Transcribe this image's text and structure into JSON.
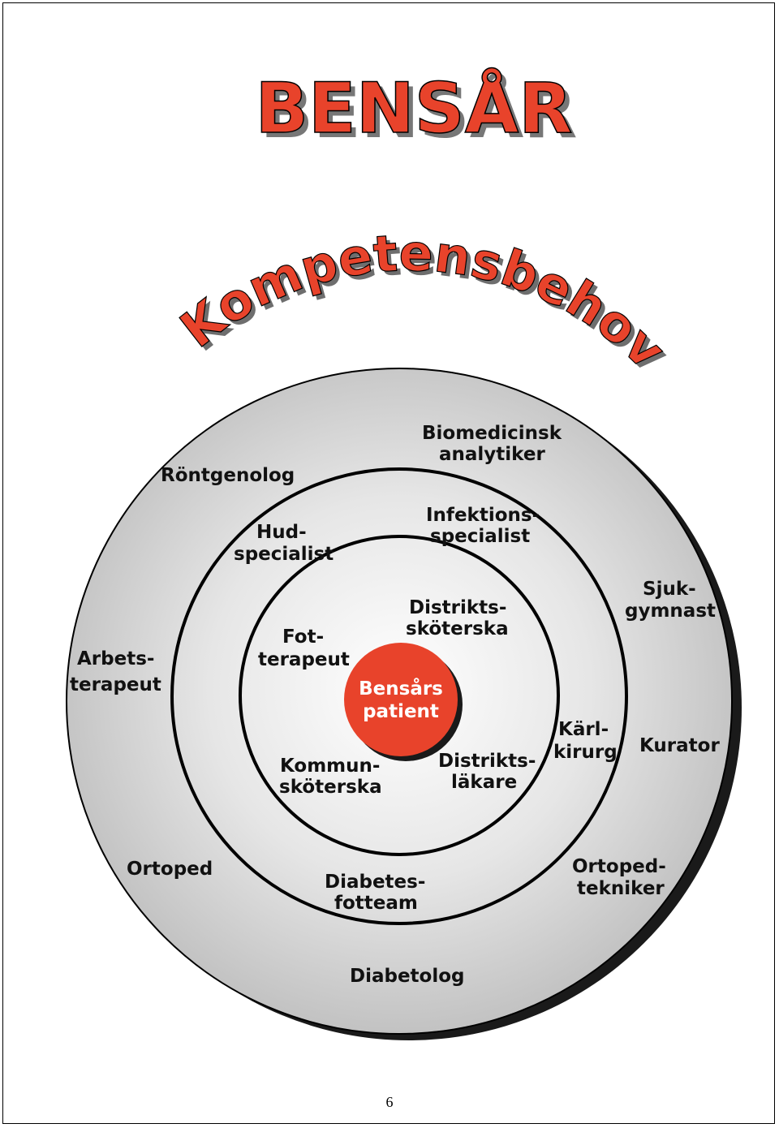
{
  "title": "BENSÅR",
  "arc_title": "Kompetensbehov",
  "center": {
    "line1": "Bensårs",
    "line2": "patient"
  },
  "inner_ring": [
    {
      "id": "fot",
      "lines": [
        "Fot-",
        "terapeut"
      ]
    },
    {
      "id": "distr-skot",
      "lines": [
        "Distrikts-",
        "sköterska"
      ]
    },
    {
      "id": "kommun",
      "lines": [
        "Kommun-",
        "sköterska"
      ]
    },
    {
      "id": "distr-lak",
      "lines": [
        "Distrikts-",
        "läkare"
      ]
    }
  ],
  "middle_ring": [
    {
      "id": "hud",
      "lines": [
        "Hud-",
        "specialist"
      ]
    },
    {
      "id": "infekt",
      "lines": [
        "Infektions-",
        "specialist"
      ]
    },
    {
      "id": "karl",
      "lines": [
        "Kärl-",
        "kirurg"
      ]
    },
    {
      "id": "diabfot",
      "lines": [
        "Diabetes-",
        "fotteam"
      ]
    }
  ],
  "outer_ring": [
    {
      "id": "biomed",
      "lines": [
        "Biomedicinsk",
        "analytiker"
      ]
    },
    {
      "id": "rontgen",
      "lines": [
        "Röntgenolog"
      ]
    },
    {
      "id": "sjuk",
      "lines": [
        "Sjuk-",
        "gymnast"
      ]
    },
    {
      "id": "arbets",
      "lines": [
        "Arbets-",
        "terapeut"
      ]
    },
    {
      "id": "kurator",
      "lines": [
        "Kurator"
      ]
    },
    {
      "id": "ortoped",
      "lines": [
        "Ortoped"
      ]
    },
    {
      "id": "ortotek",
      "lines": [
        "Ortoped-",
        "tekniker"
      ]
    },
    {
      "id": "diabetolog",
      "lines": [
        "Diabetolog"
      ]
    }
  ],
  "page_number": "6",
  "colors": {
    "accent": "#e8432b",
    "ring": "#000000",
    "disc_light": "#ffffff",
    "disc_dark": "#c4c4c4"
  }
}
